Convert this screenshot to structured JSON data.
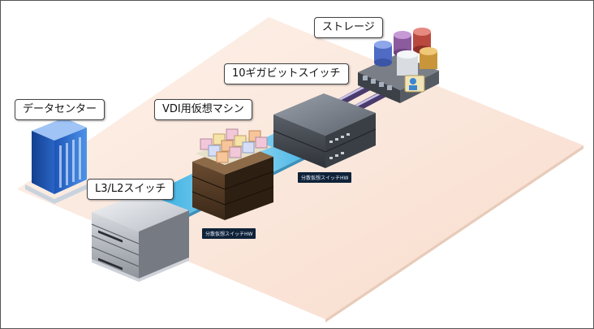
{
  "labels": {
    "storage": "ストレージ",
    "switch10g": "10ギガビットスイッチ",
    "vdi": "VDI用仮想マシン",
    "datacenter": "データセンター",
    "l3l2": "L3/L2スイッチ"
  },
  "tags": {
    "dvs1": "分散仮想スイッチHW",
    "dvs2": "分散仮想スイッチHW"
  },
  "colors": {
    "floor": "#fbe8dc",
    "link_band": "#3ab6e8",
    "building": "#2c6fd0",
    "tag_bg": "#0f2238"
  }
}
